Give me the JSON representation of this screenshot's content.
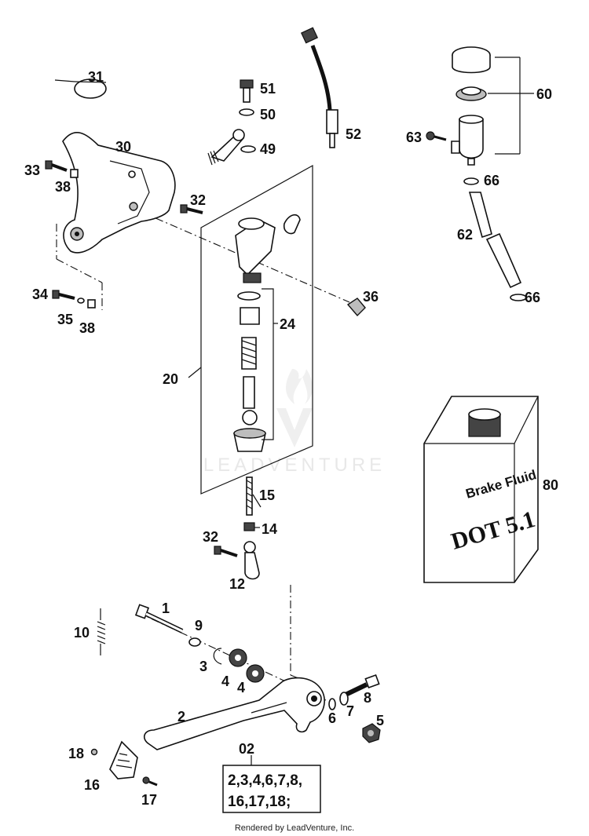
{
  "diagram": {
    "callouts": [
      {
        "id": "31",
        "text": "31"
      },
      {
        "id": "51",
        "text": "51"
      },
      {
        "id": "50",
        "text": "50"
      },
      {
        "id": "49",
        "text": "49"
      },
      {
        "id": "52",
        "text": "52"
      },
      {
        "id": "60",
        "text": "60"
      },
      {
        "id": "63",
        "text": "63"
      },
      {
        "id": "66a",
        "text": "66"
      },
      {
        "id": "62",
        "text": "62"
      },
      {
        "id": "66b",
        "text": "66"
      },
      {
        "id": "30",
        "text": "30"
      },
      {
        "id": "33",
        "text": "33"
      },
      {
        "id": "38a",
        "text": "38"
      },
      {
        "id": "32a",
        "text": "32"
      },
      {
        "id": "34",
        "text": "34"
      },
      {
        "id": "35",
        "text": "35"
      },
      {
        "id": "38b",
        "text": "38"
      },
      {
        "id": "36",
        "text": "36"
      },
      {
        "id": "24",
        "text": "24"
      },
      {
        "id": "20",
        "text": "20"
      },
      {
        "id": "15",
        "text": "15"
      },
      {
        "id": "14",
        "text": "14"
      },
      {
        "id": "32b",
        "text": "32"
      },
      {
        "id": "12",
        "text": "12"
      },
      {
        "id": "80",
        "text": "80"
      },
      {
        "id": "1",
        "text": "1"
      },
      {
        "id": "10",
        "text": "10"
      },
      {
        "id": "9",
        "text": "9"
      },
      {
        "id": "3",
        "text": "3"
      },
      {
        "id": "4a",
        "text": "4"
      },
      {
        "id": "4b",
        "text": "4"
      },
      {
        "id": "8",
        "text": "8"
      },
      {
        "id": "2",
        "text": "2"
      },
      {
        "id": "6",
        "text": "6"
      },
      {
        "id": "7",
        "text": "7"
      },
      {
        "id": "5",
        "text": "5"
      },
      {
        "id": "02",
        "text": "02"
      },
      {
        "id": "18",
        "text": "18"
      },
      {
        "id": "16",
        "text": "16"
      },
      {
        "id": "17",
        "text": "17"
      }
    ],
    "kit_box_lines": [
      "2,3,4,6,7,8,",
      "16,17,18;"
    ],
    "brake_fluid": {
      "line1": "Brake Fluid",
      "line2": "DOT 5.1"
    },
    "watermark": "LEADVENTURE",
    "footer": "Rendered by LeadVenture, Inc."
  }
}
